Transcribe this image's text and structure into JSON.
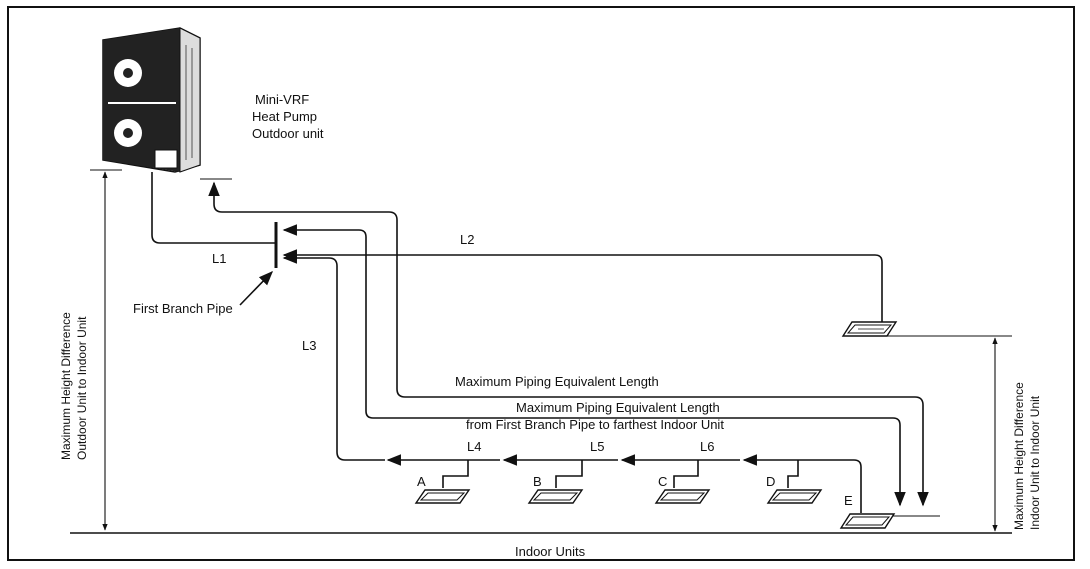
{
  "outdoor_unit": {
    "line1": "Mini-VRF",
    "line2": "Heat Pump",
    "line3": "Outdoor unit"
  },
  "pipes": {
    "l1": "L1",
    "l2": "L2",
    "l3": "L3",
    "l4": "L4",
    "l5": "L5",
    "l6": "L6"
  },
  "first_branch_pipe": "First Branch Pipe",
  "max_equiv_length": "Maximum Piping Equivalent Length",
  "max_equiv_length_branch_line1": "Maximum Piping Equivalent Length",
  "max_equiv_length_branch_line2": "from First Branch Pipe to farthest Indoor Unit",
  "height_outdoor_indoor": {
    "line1": "Maximum Height Difference",
    "line2": "Outdoor Unit to Indoor Unit"
  },
  "height_indoor_indoor": {
    "line1": "Maximum Height Difference",
    "line2": "Indoor Unit to Indoor Unit"
  },
  "indoor_units_label": "Indoor Units",
  "units": [
    "A",
    "B",
    "C",
    "D",
    "E"
  ],
  "colors": {
    "ink": "#111111",
    "background": "#ffffff"
  }
}
